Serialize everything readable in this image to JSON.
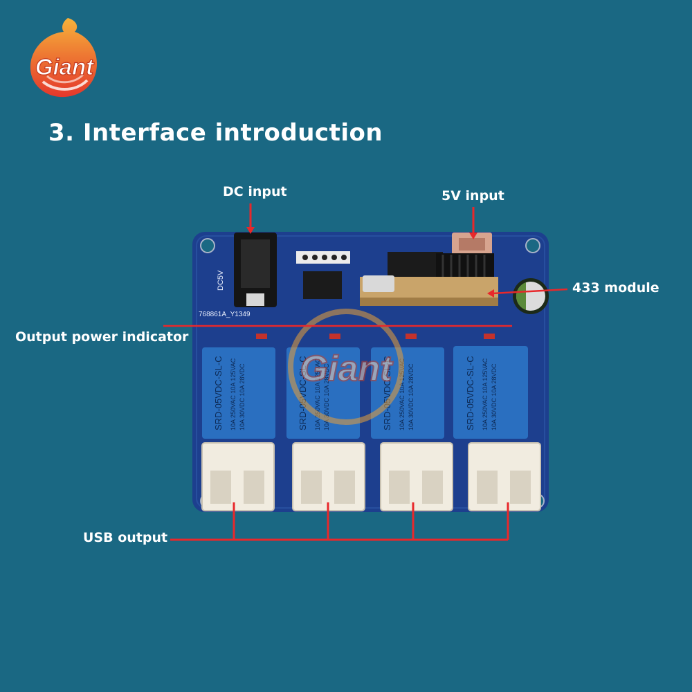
{
  "logo": {
    "text": "Giant"
  },
  "title": "3. Interface introduction",
  "labels": {
    "dc_input": "DC input",
    "five_v_input": "5V input",
    "module_433": "433 module",
    "output_power_indicator": "Output power indicator",
    "usb_output": "USB output"
  },
  "board": {
    "silkscreen_dc": "DC5V",
    "board_code": "768861A_Y1349",
    "relay_model": "SRD-05VDC-SL-C",
    "relay_rating_1": "10A 250VAC 10A 125VAC",
    "relay_rating_2": "10A 30VDC 10A 28VDC",
    "watermark": "Giant"
  },
  "colors": {
    "background": "#1a6883",
    "pcb": "#1d3f8e",
    "relay": "#2a6fc0",
    "arrow": "#e8282b",
    "usb": "#f1ece0"
  }
}
